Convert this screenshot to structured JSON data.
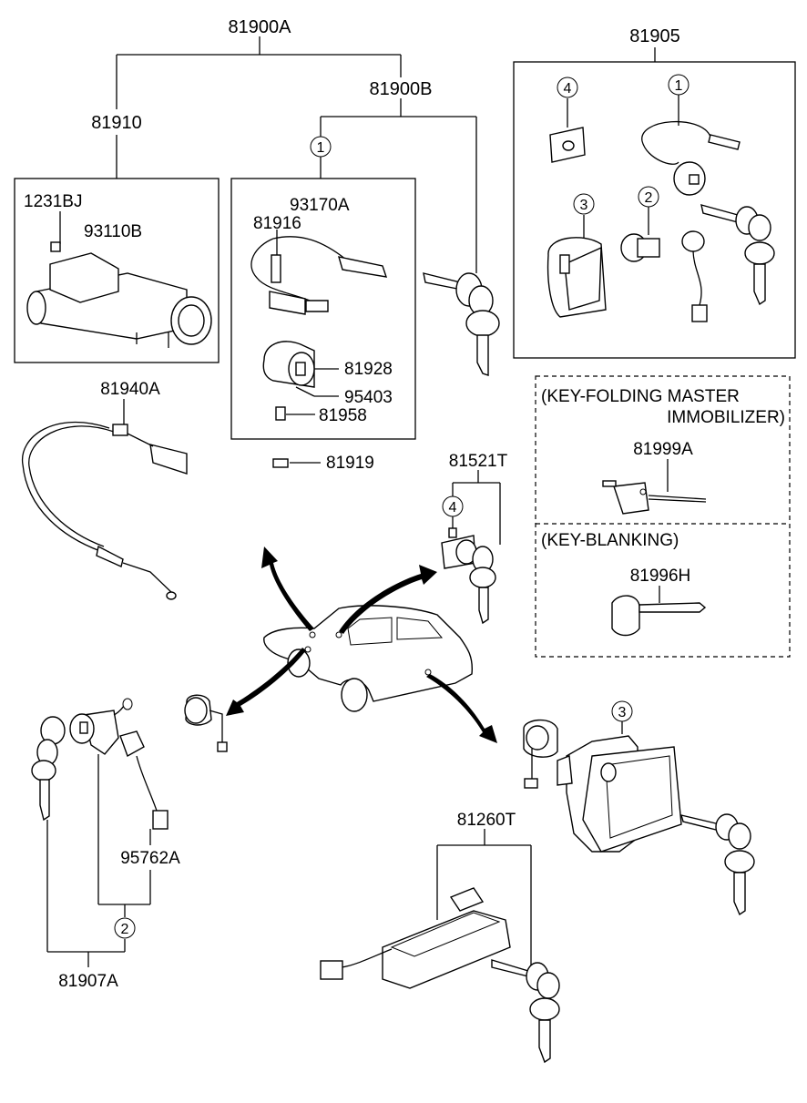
{
  "labels": {
    "assy_81900A": "81900A",
    "assy_81900B": "81900B",
    "assy_81910": "81910",
    "assy_81905": "81905",
    "bolt_1231BJ": "1231BJ",
    "lock_93110B": "93110B",
    "switch_93170A": "93170A",
    "screw_81916": "81916",
    "cyl_81928": "81928",
    "lamp_95403": "95403",
    "screw_81958": "81958",
    "pin_81919": "81919",
    "cable_81940A": "81940A",
    "trunk_81521T": "81521T",
    "key_81999A": "81999A",
    "key_81996H": "81996H",
    "door_81907A": "81907A",
    "harness_95762A": "95762A",
    "tail_81260T": "81260T"
  },
  "notes": {
    "key_folding_line1": "(KEY-FOLDING MASTER",
    "key_folding_line2": "IMMOBILIZER)",
    "key_blanking": "(KEY-BLANKING)"
  },
  "callouts": {
    "c1_top_right": "1",
    "c4_top_right": "4",
    "c3_top_right": "3",
    "c2_top_right": "2",
    "c1_middle": "1",
    "c4_trunk": "4",
    "c3_glove": "3",
    "c2_door": "2"
  }
}
